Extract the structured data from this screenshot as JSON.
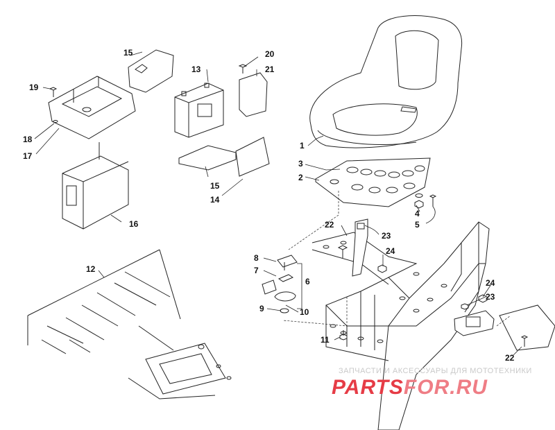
{
  "labels": {
    "l1": "1",
    "l2": "2",
    "l3": "3",
    "l4": "4",
    "l5": "5",
    "l6": "6",
    "l7": "7",
    "l8": "8",
    "l9": "9",
    "l10": "10",
    "l11": "11",
    "l12": "12",
    "l13": "13",
    "l14": "14",
    "l15a": "15",
    "l15b": "15",
    "l16": "16",
    "l17": "17",
    "l18": "18",
    "l19": "19",
    "l20": "20",
    "l21": "21",
    "l22a": "22",
    "l22b": "22",
    "l23a": "23",
    "l23b": "23",
    "l24a": "24",
    "l24b": "24"
  },
  "watermark": {
    "tagline": "ЗАПЧАСТИ И АКСЕССУАРЫ ДЛЯ МОТОТЕХНИКИ",
    "logo_left": "PARTS",
    "logo_right": "FOR.RU",
    "logo_color_left": "#e63c46",
    "logo_color_right": "#ef7d85"
  }
}
